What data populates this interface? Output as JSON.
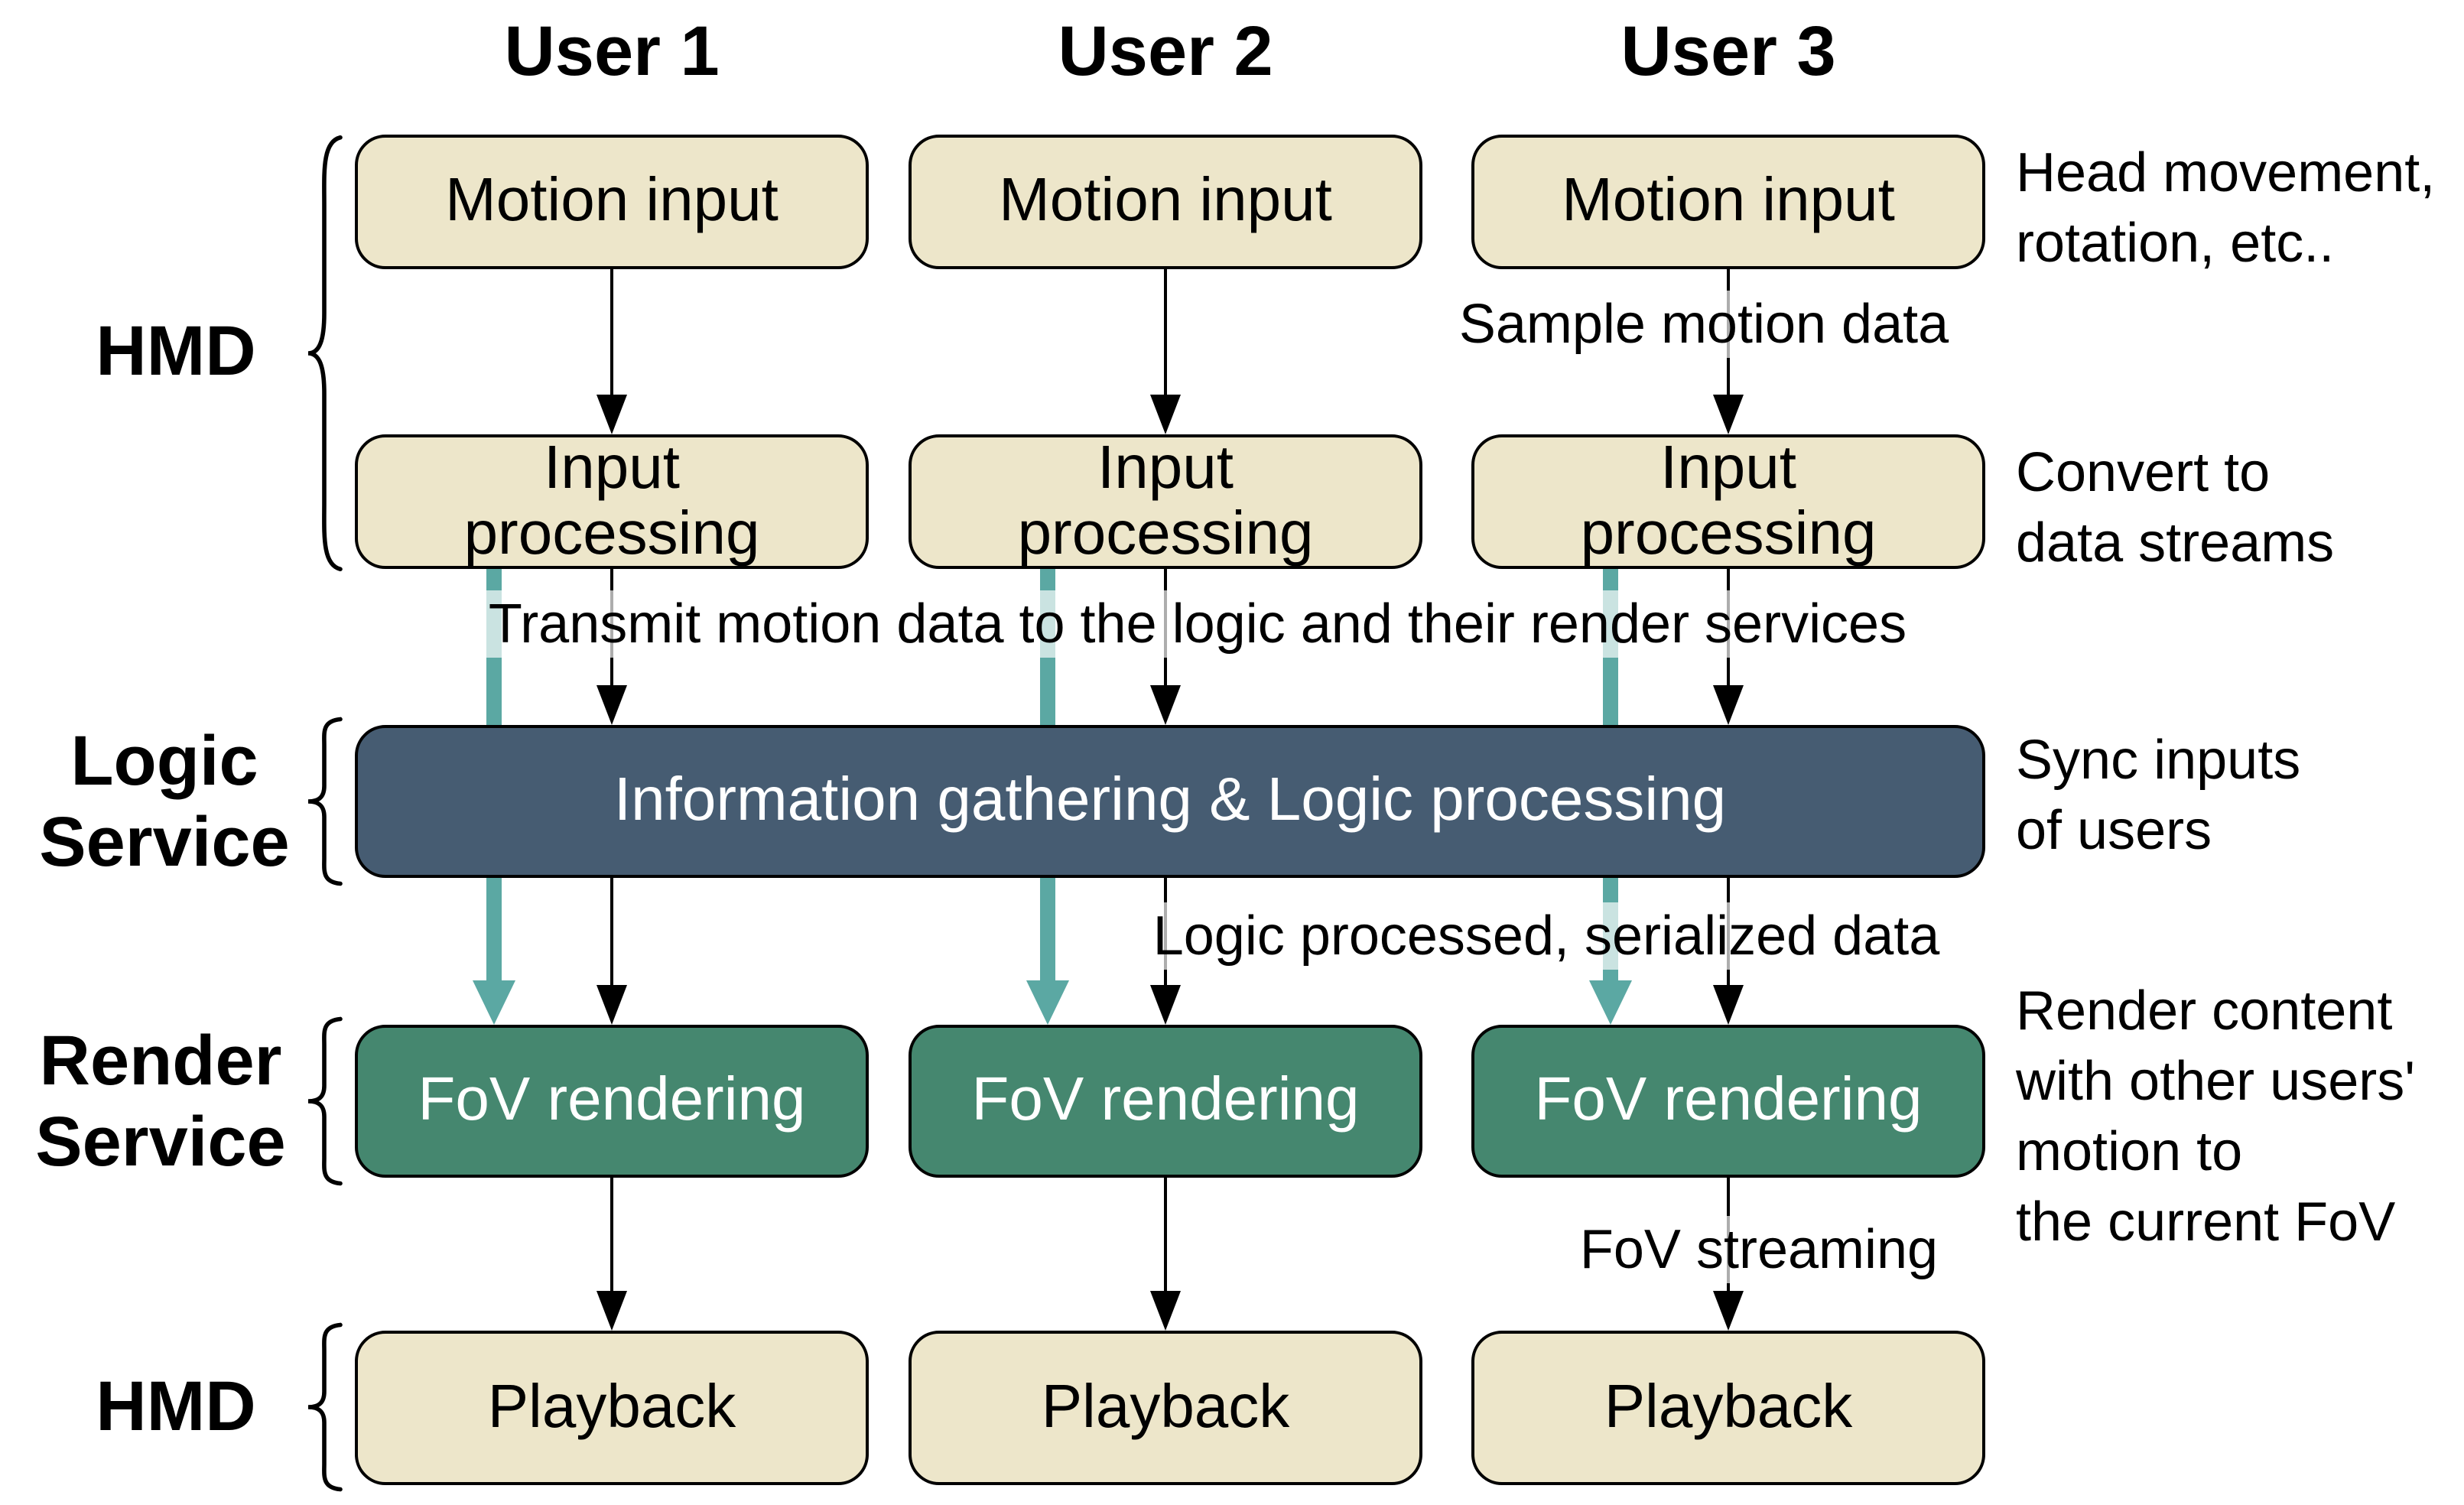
{
  "colors": {
    "page-bg": "#FFFFFF",
    "box-beige": "#EDE6CA",
    "box-green": "#45876F",
    "box-navy": "#465C72",
    "arrow-teal": "#5BA8A3",
    "arrow-black": "#000000"
  },
  "headers": [
    "User 1",
    "User 2",
    "User 3"
  ],
  "side_labels": {
    "hmd_top": "HMD",
    "logic_service": "Logic\nService",
    "render_service": "Render\nService",
    "hmd_bottom": "HMD"
  },
  "boxes": {
    "motion_input": "Motion input",
    "input_processing": "Input\nprocessing",
    "logic": "Information gathering & Logic processing",
    "fov_rendering": "FoV rendering",
    "playback": "Playback"
  },
  "annotations": {
    "head_movement": "Head movement,\nrotation, etc..",
    "sample_motion": "Sample motion data",
    "convert": "Convert to\ndata streams",
    "transmit": "Transmit motion data to the logic and their render services",
    "sync_inputs": "Sync inputs\nof users",
    "logic_processed": "Logic processed, serialized data",
    "render_content": "Render content\nwith other users'\nmotion to\nthe current FoV",
    "fov_streaming": "FoV streaming"
  }
}
